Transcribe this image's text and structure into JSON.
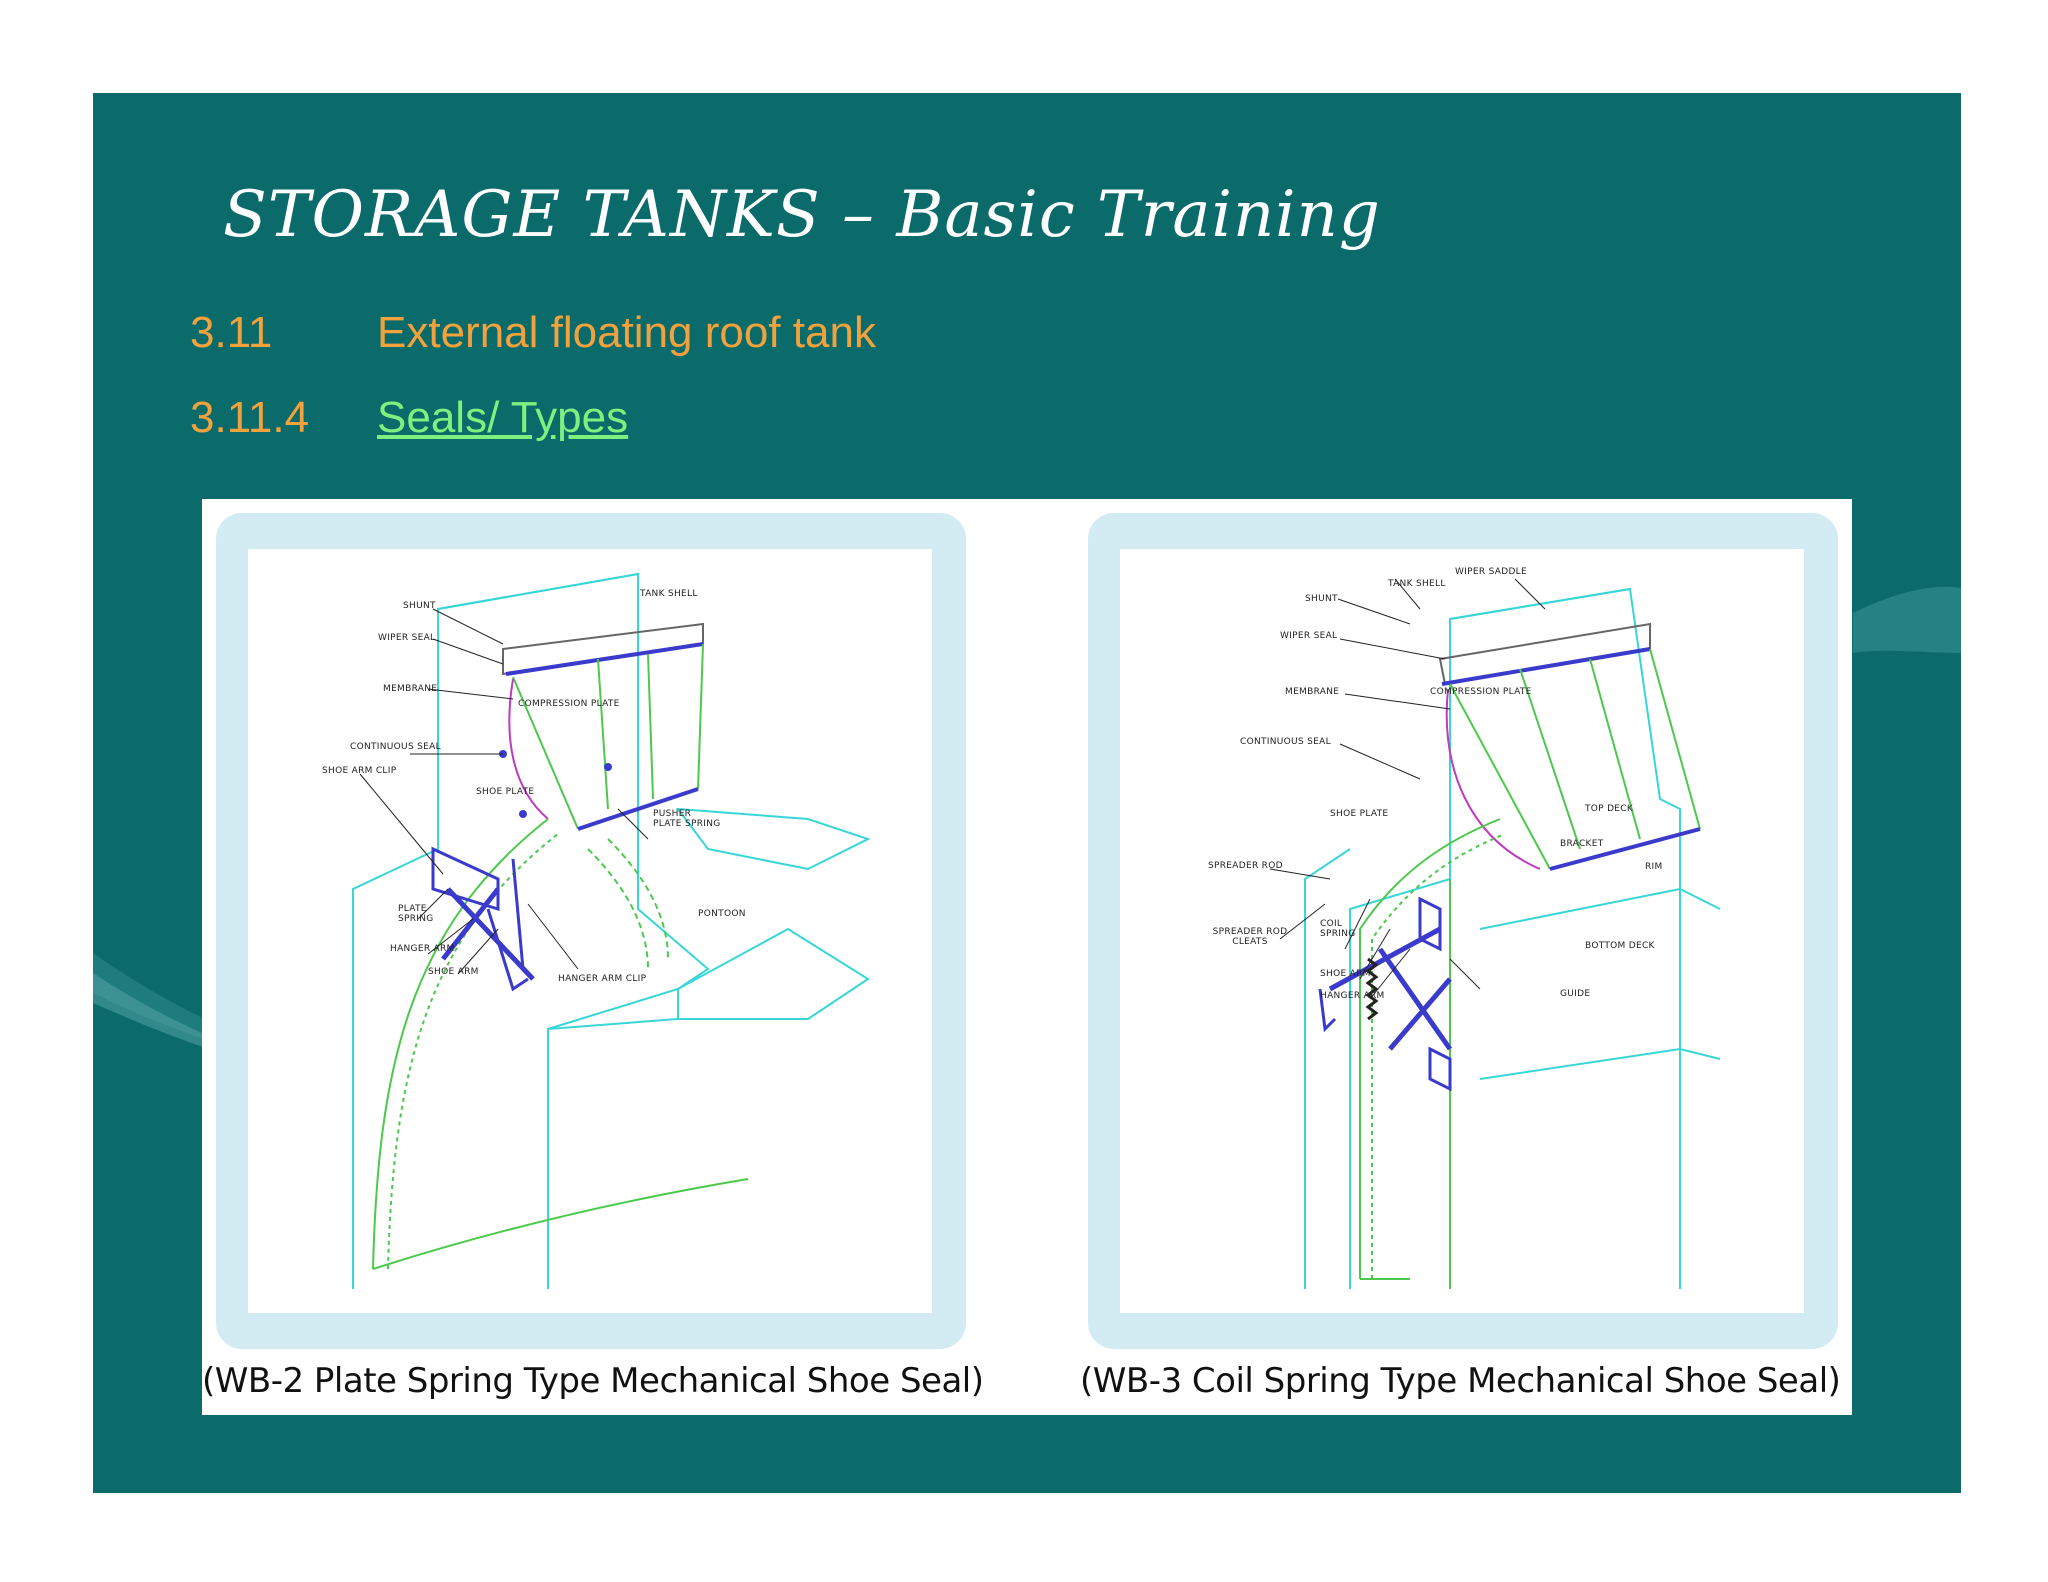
{
  "slide": {
    "title": "STORAGE TANKS – Basic Training",
    "section_num": "3.11",
    "section_title": "External floating roof tank",
    "subsection_num": "3.11.4",
    "subsection_title": "Seals/ Types"
  },
  "figure": {
    "left_panel": {
      "caption": "(WB-2 Plate Spring Type Mechanical Shoe Seal)",
      "labels": {
        "tank_shell": "Tank Shell",
        "shunt": "Shunt",
        "wiper_seal": "Wiper Seal",
        "membrane": "Membrane",
        "compression_plate": "Compression Plate",
        "continuous_seal": "Continuous Seal",
        "shoe_arm_clip": "Shoe Arm Clip",
        "shoe_plate": "Shoe Plate",
        "pusher_plate_spring": "Pusher Plate Spring",
        "plate_spring": "Plate Spring",
        "hanger_arm": "Hanger Arm",
        "shoe_arm": "Shoe Arm",
        "pontoon": "Pontoon",
        "hanger_arm_clip": "Hanger Arm Clip"
      }
    },
    "right_panel": {
      "caption": "(WB-3 Coil Spring Type Mechanical Shoe Seal)",
      "labels": {
        "tank_shell": "Tank Shell",
        "wiper_saddle": "Wiper Saddle",
        "shunt": "Shunt",
        "wiper_seal": "Wiper Seal",
        "membrane": "Membrane",
        "compression_plate": "Compression Plate",
        "continuous_seal": "Continuous Seal",
        "shoe_plate": "Shoe Plate",
        "top_deck": "Top Deck",
        "bracket": "Bracket",
        "spreader_rod": "Spreader Rod",
        "rim": "Rim",
        "spreader_rod_cleats": "Spreader Rod Cleats",
        "coil_spring": "Coil Spring",
        "bottom_deck": "Bottom Deck",
        "shoe_arm": "Shoe Arm",
        "hanger_arm": "Hanger Arm",
        "guide": "Guide"
      }
    }
  },
  "colors": {
    "background": "#0b6a6a",
    "title": "#ffffff",
    "section": "#f2a23c",
    "link": "#7ef07e",
    "drawing_cyan": "#38d6d6",
    "drawing_green": "#4cc94c",
    "drawing_blue": "#3a3acc",
    "drawing_magenta": "#c03ac0"
  }
}
